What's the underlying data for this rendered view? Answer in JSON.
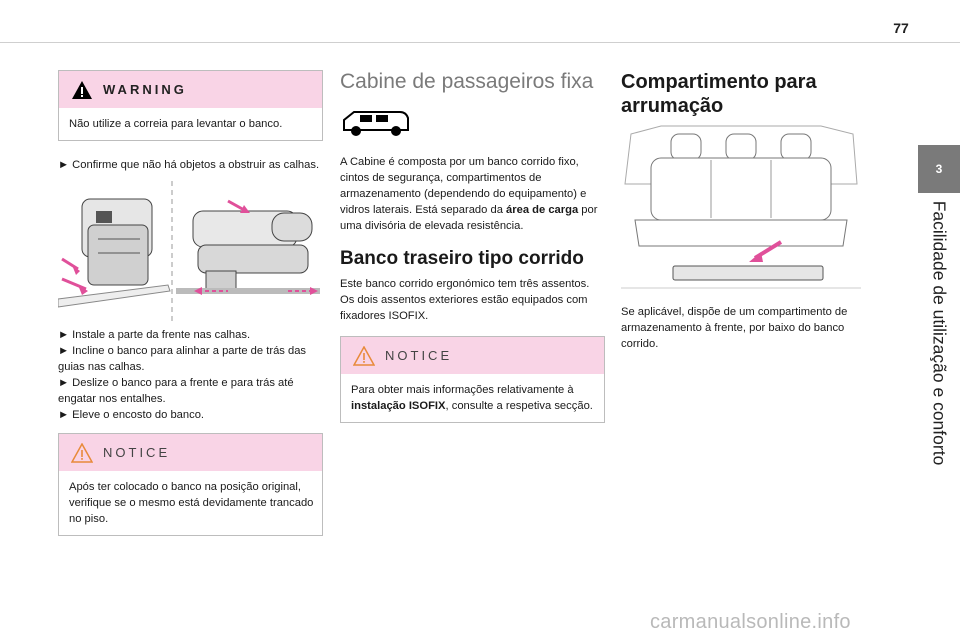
{
  "page": {
    "number": "77"
  },
  "sidebar": {
    "tab_number": "3",
    "chapter_title": "Facilidade de utilização e conforto"
  },
  "col1": {
    "warning": {
      "label": "WARNING",
      "text": "Não utilize a correia para levantar o banco."
    },
    "step1": "► Confirme que não há objetos a obstruir as calhas.",
    "steps": [
      "► Instale a parte da frente nas calhas.",
      "► Incline o banco para alinhar a parte de trás das guias nas calhas.",
      "► Deslize o banco para a frente e para trás até engatar nos entalhes.",
      "► Eleve o encosto do banco."
    ],
    "notice": {
      "label": "NOTICE",
      "text": "Após ter colocado o banco na posição original, verifique se o mesmo está devidamente trancado no piso."
    }
  },
  "col2": {
    "title": "Cabine de passageiros fixa",
    "intro_before": "A Cabine é composta por um banco corrido fixo, cintos de segurança, compartimentos de armazenamento (dependendo do equipamento) e vidros laterais. Está separado da ",
    "intro_bold": "área de carga",
    "intro_after": " por uma divisória de elevada resistência.",
    "bench_title": "Banco traseiro tipo corrido",
    "bench_text1": "Este banco corrido ergonómico tem três assentos.",
    "bench_text2": "Os dois assentos exteriores estão equipados com fixadores ISOFIX.",
    "notice": {
      "label": "NOTICE",
      "text_before": "Para obter mais informações relativamente à ",
      "text_bold": "instalação ISOFIX",
      "text_after": ", consulte a respetiva secção."
    }
  },
  "col3": {
    "title": "Compartimento para arrumação",
    "text": "Se aplicável, dispõe de um compartimento de armazenamento à frente, por baixo do banco corrido."
  },
  "footer": {
    "watermark": "carmanualsonline.info"
  },
  "colors": {
    "box_header": "#f9d4e6",
    "arrow": "#e0509a",
    "tab": "#7a7a7a"
  }
}
